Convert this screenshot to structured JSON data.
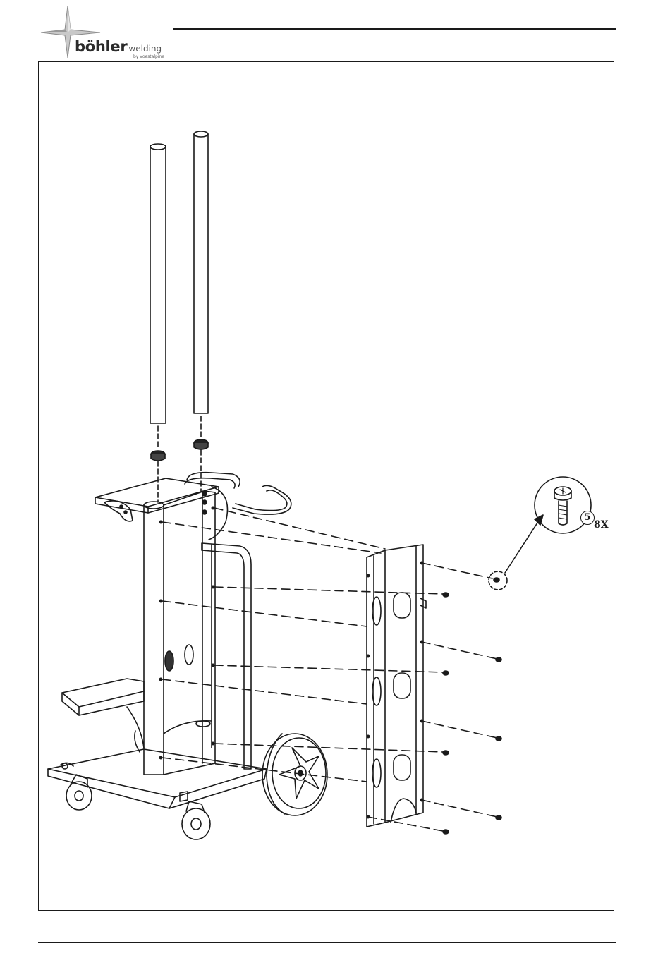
{
  "header": {
    "brand_name": "böhler",
    "brand_suffix": "welding",
    "brand_tagline": "by voestalpine"
  },
  "callout": {
    "part_number": "5",
    "quantity": "8X"
  }
}
